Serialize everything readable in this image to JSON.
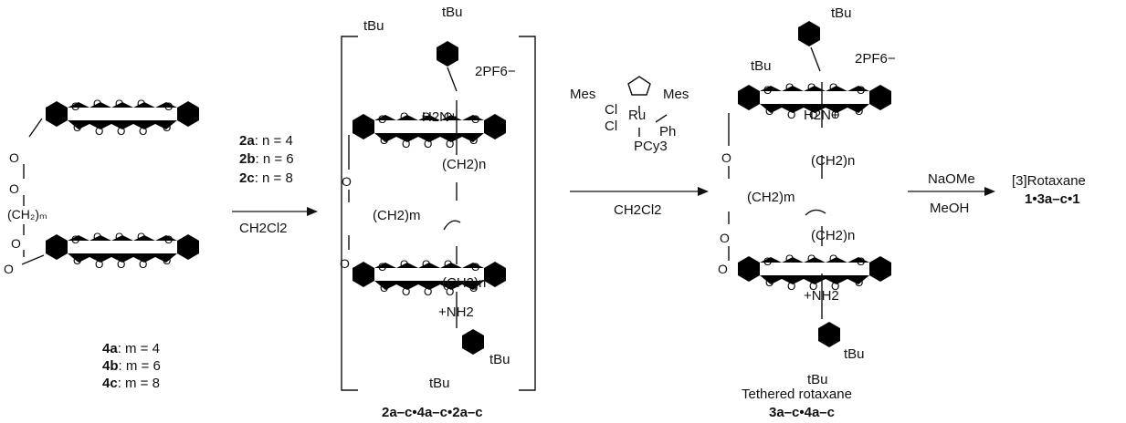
{
  "labels": {
    "cmpd_4a": "4a",
    "cmpd_4b": "4b",
    "cmpd_4c": "4c",
    "eq_m4": ": m = 4",
    "eq_m6": ": m = 6",
    "eq_m8": ": m = 8",
    "cmpd_2a": "2a",
    "cmpd_2b": "2b",
    "cmpd_2c": "2c",
    "eq_n4": ": n = 4",
    "eq_n6": ": n = 6",
    "eq_n8": ": n = 8",
    "solvent1": "CH2Cl2",
    "solvent2": "CH2Cl2",
    "complex_label": "2a–c•4a–c•2a–c",
    "counterion1": "2PF6−",
    "counterion2": "2PF6−",
    "catalyst_mes_left": "Mes",
    "catalyst_mes_right": "Mes",
    "catalyst_ru": "Ru",
    "catalyst_ph": "Ph",
    "catalyst_pcy3": "PCy3",
    "catalyst_cl1": "Cl",
    "catalyst_cl2": "Cl",
    "reagent_naome": "NaOMe",
    "reagent_meoh": "MeOH",
    "product_name": "[3]Rotaxane",
    "product_label": "1•3a–c•1",
    "tethered_name": "Tethered rotaxane",
    "tethered_label": "3a–c•4a–c",
    "tbu": "tBu",
    "h2n_plus": "H2N+",
    "plus_nh2": "+NH2",
    "ch2_m": "(CH2)m",
    "ch2_n": "(CH2)n"
  }
}
